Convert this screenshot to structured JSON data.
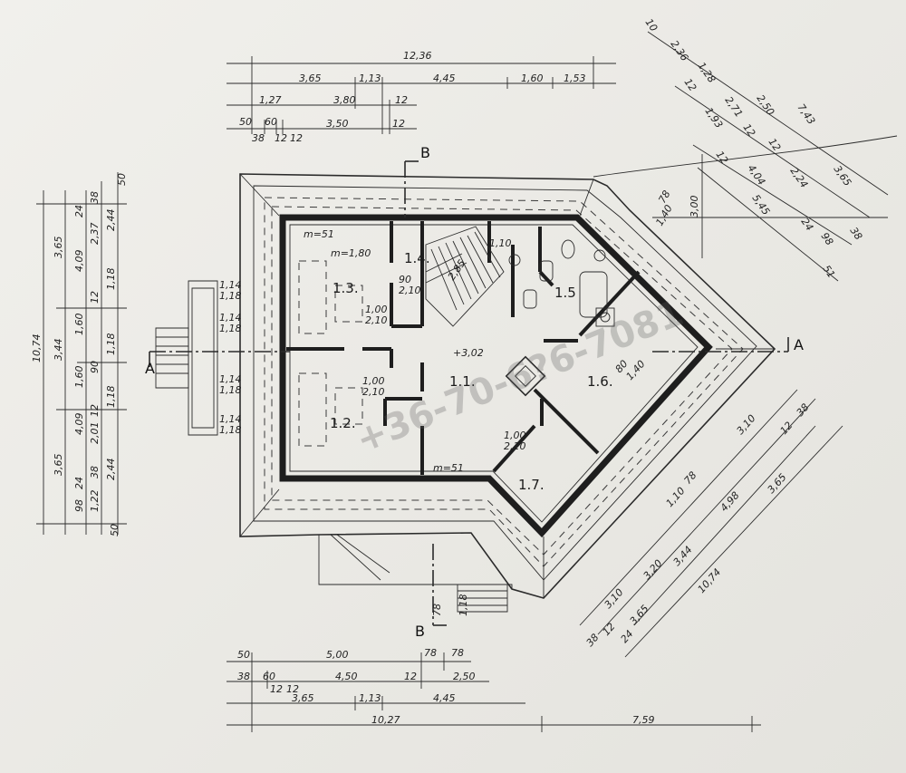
{
  "sections": {
    "a_left": "A",
    "a_right": "A",
    "b_top": "B",
    "b_bottom": "B"
  },
  "rooms": {
    "r11": "1.1.",
    "r12": "1.2.",
    "r13": "1.3.",
    "r14": "1.4.",
    "r15": "1.5",
    "r16": "1.6.",
    "r17": "1.7."
  },
  "watermark": "+36-70-6?6-7081",
  "top_dims": {
    "total": "12,36",
    "row1": [
      "3,65",
      "1,13",
      "4,45",
      "1,60",
      "1,53"
    ],
    "row2": [
      "1,27",
      "3,80",
      "12"
    ],
    "row3": [
      "50",
      "60",
      "3,50",
      "12"
    ],
    "row4": [
      "38",
      "12",
      "12"
    ]
  },
  "bottom_dims": {
    "row1": [
      "50",
      "5,00",
      "78",
      "78"
    ],
    "row2": [
      "38",
      "60",
      "4,50",
      "12",
      "2,50"
    ],
    "row3": [
      "12",
      "12"
    ],
    "row4": [
      "3,65",
      "1,13",
      "4,45"
    ],
    "row5": [
      "10,27",
      "7,59"
    ]
  },
  "left_dims": {
    "total": "10,74",
    "col2": [
      "3,65",
      "3,44",
      "3,65"
    ],
    "col3": [
      "4,09",
      "1,60",
      "1,60",
      "4,09"
    ],
    "col4": [
      "2,37",
      "2,01"
    ],
    "col5": [
      "2,44",
      "1,18",
      "1,18",
      "1,18",
      "2,44"
    ],
    "small": [
      "50",
      "24",
      "38",
      "12",
      "90",
      "12",
      "38",
      "24",
      "98",
      "1,22",
      "50"
    ]
  },
  "right_top_dims": [
    "10",
    "2,36",
    "1,28",
    "12",
    "2,71",
    "2,50",
    "7,43",
    "1,93",
    "12",
    "12",
    "3,65",
    "4,04",
    "2,24",
    "5,45",
    "24",
    "98",
    "38",
    "3,00",
    "1,40",
    "78",
    "12",
    "51"
  ],
  "right_bottom_dims": [
    "3,10",
    "12",
    "38",
    "4,98",
    "3,65",
    "10,74",
    "3,44",
    "3,20",
    "1,10",
    "78",
    "3,10",
    "3,65",
    "38",
    "12",
    "24"
  ],
  "room_labels": {
    "h13": "m=1,80",
    "h12": "m=51",
    "door1": "1,00",
    "door1b": "2,10",
    "door2": "1,00",
    "door2b": "2,10",
    "win1": "1,14",
    "win1b": "1,18",
    "win2": "1,14",
    "win2b": "1,18",
    "win3": "1,14",
    "win3b": "1,18",
    "win4": "1,14",
    "win4b": "1,18",
    "level": "+3,02",
    "d14": "90",
    "d14b": "2,10",
    "d15": "1,10",
    "stair": "2,85",
    "d17": "1,00",
    "d17b": "2,10",
    "m17": "m=51",
    "d16": "80",
    "d16b": "1,40",
    "bot1": "78",
    "bot2": "1,18"
  }
}
